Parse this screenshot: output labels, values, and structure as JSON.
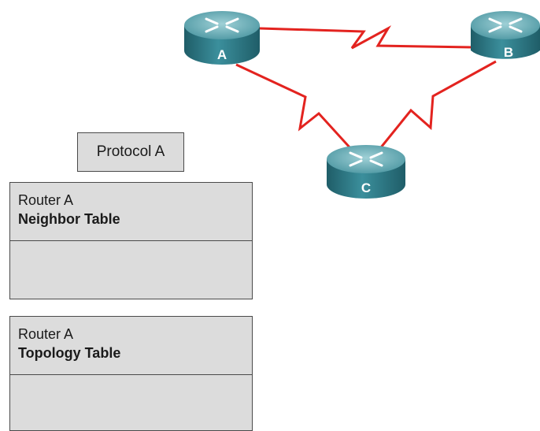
{
  "diagram": {
    "routers": [
      {
        "id": "A",
        "label": "A",
        "icon": "router-icon"
      },
      {
        "id": "B",
        "label": "B",
        "icon": "router-icon"
      },
      {
        "id": "C",
        "label": "C",
        "icon": "router-icon"
      }
    ],
    "links": [
      {
        "from": "A",
        "to": "B",
        "type": "serial"
      },
      {
        "from": "A",
        "to": "C",
        "type": "serial"
      },
      {
        "from": "B",
        "to": "C",
        "type": "serial"
      }
    ],
    "colors": {
      "link": "#e3231f",
      "router_body": "#2f7f8c",
      "router_top": "#6fb1bb",
      "table_fill": "#dcdcdc"
    }
  },
  "protocol_box": {
    "label": "Protocol A"
  },
  "neighbor_table": {
    "router": "Router A",
    "title": "Neighbor Table"
  },
  "topology_table": {
    "router": "Router A",
    "title": "Topology Table"
  }
}
